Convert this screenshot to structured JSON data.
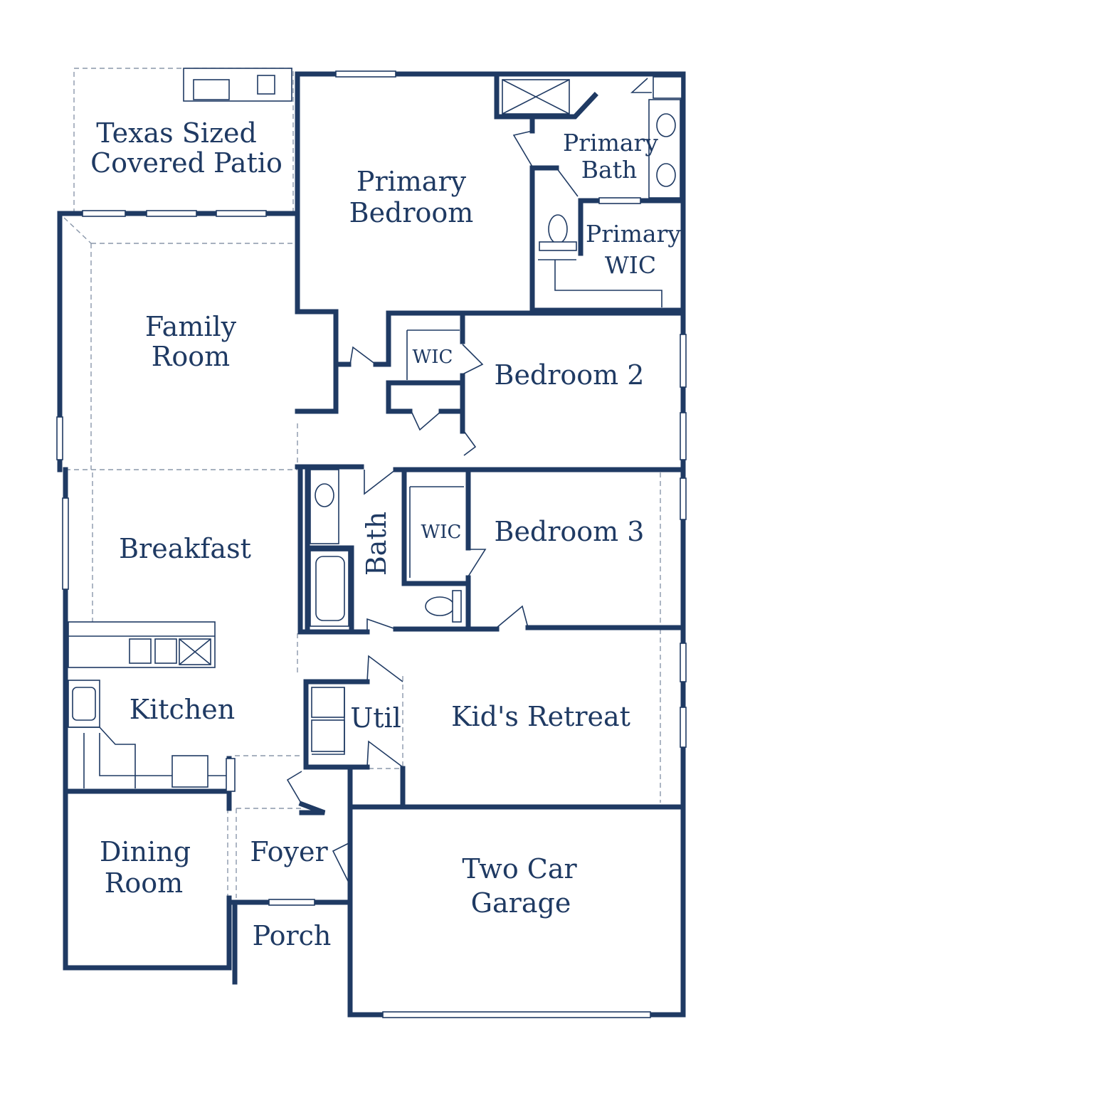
{
  "rooms": {
    "patio": [
      "Texas Sized",
      "Covered Patio"
    ],
    "primary_bedroom": [
      "Primary",
      "Bedroom"
    ],
    "primary_bath": [
      "Primary",
      "Bath"
    ],
    "primary_wic": [
      "Primary",
      "WIC"
    ],
    "family_room": [
      "Family",
      "Room"
    ],
    "wic_1": "WIC",
    "bedroom_2": "Bedroom 2",
    "breakfast": "Breakfast",
    "bath": "Bath",
    "wic_2": "WIC",
    "bedroom_3": "Bedroom 3",
    "kitchen": "Kitchen",
    "util": "Util",
    "kids_retreat": "Kid's Retreat",
    "dining_room": [
      "Dining",
      "Room"
    ],
    "foyer": "Foyer",
    "garage": [
      "Two Car",
      "Garage"
    ],
    "porch": "Porch"
  },
  "colors": {
    "wall": "#1f3a63",
    "background": "#ffffff",
    "dashed": "#8a97aa"
  }
}
